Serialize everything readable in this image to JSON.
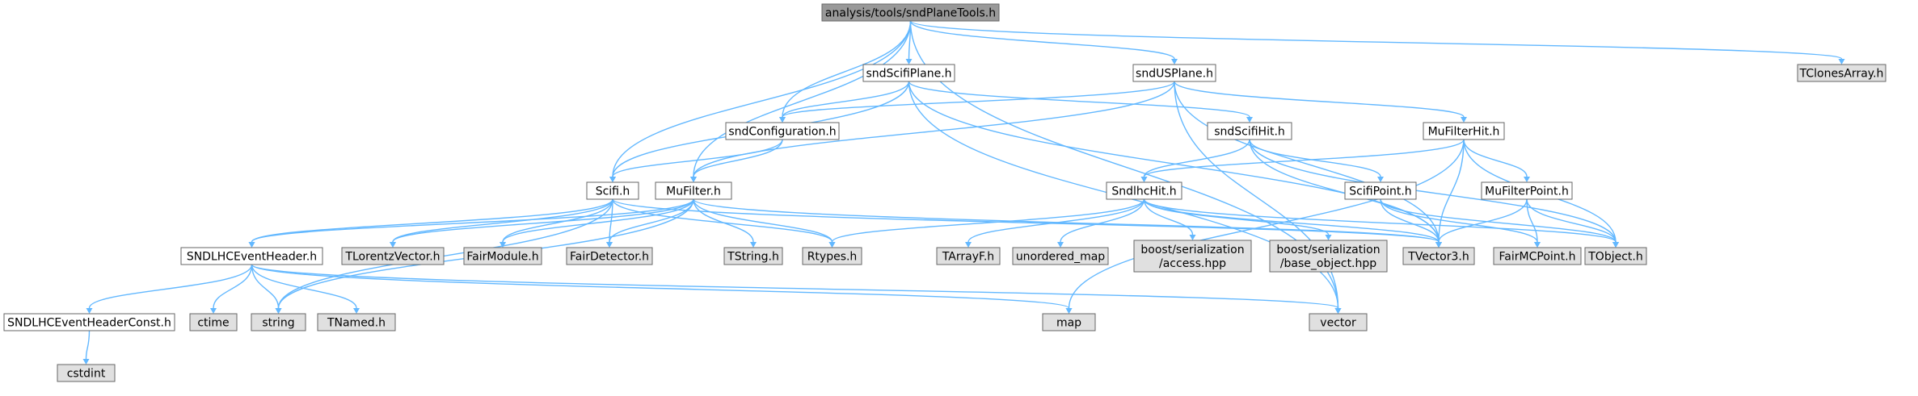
{
  "graph": {
    "title": "analysis/tools/sndPlaneTools.h",
    "colors": {
      "edge": "#63b8ff",
      "root_fill": "#999999",
      "project_fill": "#ffffff",
      "external_fill": "#e0e0e0",
      "border": "#666666"
    },
    "nodes": [
      {
        "id": "root",
        "label": [
          "analysis/tools/sndPlaneTools.h"
        ],
        "kind": "root"
      },
      {
        "id": "sndScifiPlane",
        "label": [
          "sndScifiPlane.h"
        ],
        "kind": "project"
      },
      {
        "id": "sndUSPlane",
        "label": [
          "sndUSPlane.h"
        ],
        "kind": "project"
      },
      {
        "id": "TClonesArray",
        "label": [
          "TClonesArray.h"
        ],
        "kind": "external"
      },
      {
        "id": "sndConfiguration",
        "label": [
          "sndConfiguration.h"
        ],
        "kind": "project"
      },
      {
        "id": "sndScifiHit",
        "label": [
          "sndScifiHit.h"
        ],
        "kind": "project"
      },
      {
        "id": "MuFilterHit",
        "label": [
          "MuFilterHit.h"
        ],
        "kind": "project"
      },
      {
        "id": "Scifi",
        "label": [
          "Scifi.h"
        ],
        "kind": "project"
      },
      {
        "id": "MuFilter",
        "label": [
          "MuFilter.h"
        ],
        "kind": "project"
      },
      {
        "id": "SndlhcHit",
        "label": [
          "SndlhcHit.h"
        ],
        "kind": "project"
      },
      {
        "id": "ScifiPoint",
        "label": [
          "ScifiPoint.h"
        ],
        "kind": "project"
      },
      {
        "id": "MuFilterPoint",
        "label": [
          "MuFilterPoint.h"
        ],
        "kind": "project"
      },
      {
        "id": "SNDLHCEventHeader",
        "label": [
          "SNDLHCEventHeader.h"
        ],
        "kind": "project"
      },
      {
        "id": "TLorentzVector",
        "label": [
          "TLorentzVector.h"
        ],
        "kind": "external"
      },
      {
        "id": "FairModule",
        "label": [
          "FairModule.h"
        ],
        "kind": "external"
      },
      {
        "id": "FairDetector",
        "label": [
          "FairDetector.h"
        ],
        "kind": "external"
      },
      {
        "id": "TString",
        "label": [
          "TString.h"
        ],
        "kind": "external"
      },
      {
        "id": "Rtypes",
        "label": [
          "Rtypes.h"
        ],
        "kind": "external"
      },
      {
        "id": "TArrayF",
        "label": [
          "TArrayF.h"
        ],
        "kind": "external"
      },
      {
        "id": "unordered_map",
        "label": [
          "unordered_map"
        ],
        "kind": "external"
      },
      {
        "id": "boost_access",
        "label": [
          "boost/serialization",
          "/access.hpp"
        ],
        "kind": "external"
      },
      {
        "id": "boost_base",
        "label": [
          "boost/serialization",
          "/base_object.hpp"
        ],
        "kind": "external"
      },
      {
        "id": "TVector3",
        "label": [
          "TVector3.h"
        ],
        "kind": "external"
      },
      {
        "id": "FairMCPoint",
        "label": [
          "FairMCPoint.h"
        ],
        "kind": "external"
      },
      {
        "id": "TObject",
        "label": [
          "TObject.h"
        ],
        "kind": "external"
      },
      {
        "id": "SNDLHCEventHeaderConst",
        "label": [
          "SNDLHCEventHeaderConst.h"
        ],
        "kind": "project"
      },
      {
        "id": "ctime",
        "label": [
          "ctime"
        ],
        "kind": "external"
      },
      {
        "id": "string",
        "label": [
          "string"
        ],
        "kind": "external"
      },
      {
        "id": "TNamed",
        "label": [
          "TNamed.h"
        ],
        "kind": "external"
      },
      {
        "id": "map",
        "label": [
          "map"
        ],
        "kind": "external"
      },
      {
        "id": "vector",
        "label": [
          "vector"
        ],
        "kind": "external"
      },
      {
        "id": "cstdint",
        "label": [
          "cstdint"
        ],
        "kind": "external"
      }
    ],
    "edges": [
      [
        "root",
        "sndScifiPlane"
      ],
      [
        "root",
        "sndUSPlane"
      ],
      [
        "root",
        "TClonesArray"
      ],
      [
        "root",
        "sndConfiguration"
      ],
      [
        "root",
        "Scifi"
      ],
      [
        "root",
        "MuFilter"
      ],
      [
        "root",
        "vector"
      ],
      [
        "sndScifiPlane",
        "sndConfiguration"
      ],
      [
        "sndScifiPlane",
        "sndScifiHit"
      ],
      [
        "sndScifiPlane",
        "Scifi"
      ],
      [
        "sndScifiPlane",
        "TVector3"
      ],
      [
        "sndScifiPlane",
        "vector"
      ],
      [
        "sndUSPlane",
        "sndConfiguration"
      ],
      [
        "sndUSPlane",
        "MuFilterHit"
      ],
      [
        "sndUSPlane",
        "MuFilter"
      ],
      [
        "sndUSPlane",
        "TVector3"
      ],
      [
        "sndUSPlane",
        "vector"
      ],
      [
        "sndConfiguration",
        "Scifi"
      ],
      [
        "sndConfiguration",
        "MuFilter"
      ],
      [
        "sndScifiHit",
        "SndlhcHit"
      ],
      [
        "sndScifiHit",
        "ScifiPoint"
      ],
      [
        "sndScifiHit",
        "TVector3"
      ],
      [
        "sndScifiHit",
        "TObject"
      ],
      [
        "MuFilterHit",
        "SndlhcHit"
      ],
      [
        "MuFilterHit",
        "MuFilterPoint"
      ],
      [
        "MuFilterHit",
        "TVector3"
      ],
      [
        "MuFilterHit",
        "TObject"
      ],
      [
        "MuFilterHit",
        "map"
      ],
      [
        "Scifi",
        "SNDLHCEventHeader"
      ],
      [
        "Scifi",
        "TLorentzVector"
      ],
      [
        "Scifi",
        "FairModule"
      ],
      [
        "Scifi",
        "FairDetector"
      ],
      [
        "Scifi",
        "Rtypes"
      ],
      [
        "Scifi",
        "TVector3"
      ],
      [
        "Scifi",
        "string"
      ],
      [
        "MuFilter",
        "SNDLHCEventHeader"
      ],
      [
        "MuFilter",
        "TLorentzVector"
      ],
      [
        "MuFilter",
        "FairModule"
      ],
      [
        "MuFilter",
        "FairDetector"
      ],
      [
        "MuFilter",
        "TString"
      ],
      [
        "MuFilter",
        "Rtypes"
      ],
      [
        "MuFilter",
        "TVector3"
      ],
      [
        "MuFilter",
        "string"
      ],
      [
        "SndlhcHit",
        "Rtypes"
      ],
      [
        "SndlhcHit",
        "TArrayF"
      ],
      [
        "SndlhcHit",
        "unordered_map"
      ],
      [
        "SndlhcHit",
        "boost_access"
      ],
      [
        "SndlhcHit",
        "boost_base"
      ],
      [
        "SndlhcHit",
        "TVector3"
      ],
      [
        "SndlhcHit",
        "TObject"
      ],
      [
        "ScifiPoint",
        "FairMCPoint"
      ],
      [
        "ScifiPoint",
        "TVector3"
      ],
      [
        "ScifiPoint",
        "TObject"
      ],
      [
        "MuFilterPoint",
        "FairMCPoint"
      ],
      [
        "MuFilterPoint",
        "TVector3"
      ],
      [
        "MuFilterPoint",
        "TObject"
      ],
      [
        "SNDLHCEventHeader",
        "SNDLHCEventHeaderConst"
      ],
      [
        "SNDLHCEventHeader",
        "ctime"
      ],
      [
        "SNDLHCEventHeader",
        "string"
      ],
      [
        "SNDLHCEventHeader",
        "TNamed"
      ],
      [
        "SNDLHCEventHeader",
        "map"
      ],
      [
        "SNDLHCEventHeader",
        "vector"
      ],
      [
        "SNDLHCEventHeaderConst",
        "cstdint"
      ]
    ]
  }
}
